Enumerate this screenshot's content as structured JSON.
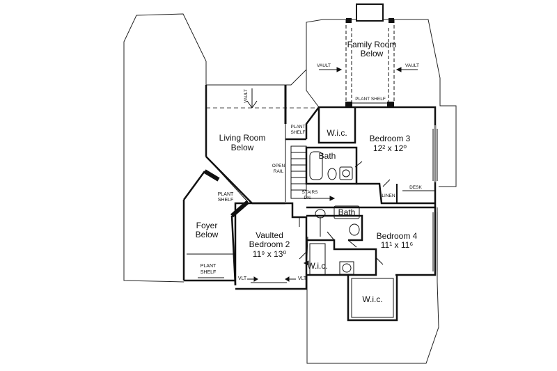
{
  "rooms": {
    "family_room": {
      "line1": "Family Room",
      "line2": "Below"
    },
    "living_room": {
      "line1": "Living Room",
      "line2": "Below"
    },
    "bedroom3": {
      "name": "Bedroom 3",
      "size": "12² x 12⁰"
    },
    "bedroom4": {
      "name": "Bedroom 4",
      "size": "11¹ x 11⁶"
    },
    "bedroom2": {
      "line1": "Vaulted",
      "line2": "Bedroom 2",
      "size": "11⁹ x 13⁰"
    },
    "foyer": {
      "line1": "Foyer",
      "line2": "Below"
    },
    "bath_upper": "Bath",
    "bath_lower": "Bath",
    "wic_upper": "W.i.c.",
    "wic_mid": "W.i.c.",
    "wic_lower": "W.i.c."
  },
  "notes": {
    "vault_left": "VAULT",
    "vault_right": "VAULT",
    "vault_living": "VAULT",
    "plant_shelf_family": "PLANT SHELF",
    "plant_shelf_living": {
      "line1": "PLANT",
      "line2": "SHELF"
    },
    "plant_shelf_diag": {
      "line1": "PLANT",
      "line2": "SHELF"
    },
    "plant_shelf_foyer": {
      "line1": "PLANT",
      "line2": "SHELF"
    },
    "open_rail": {
      "line1": "OPEN",
      "line2": "RAIL"
    },
    "stairs": {
      "line1": "STAIRS",
      "line2": "DN."
    },
    "linen": "LINEN",
    "desk": "DESK",
    "vlt_left": "VLT",
    "vlt_right": "VLT"
  }
}
